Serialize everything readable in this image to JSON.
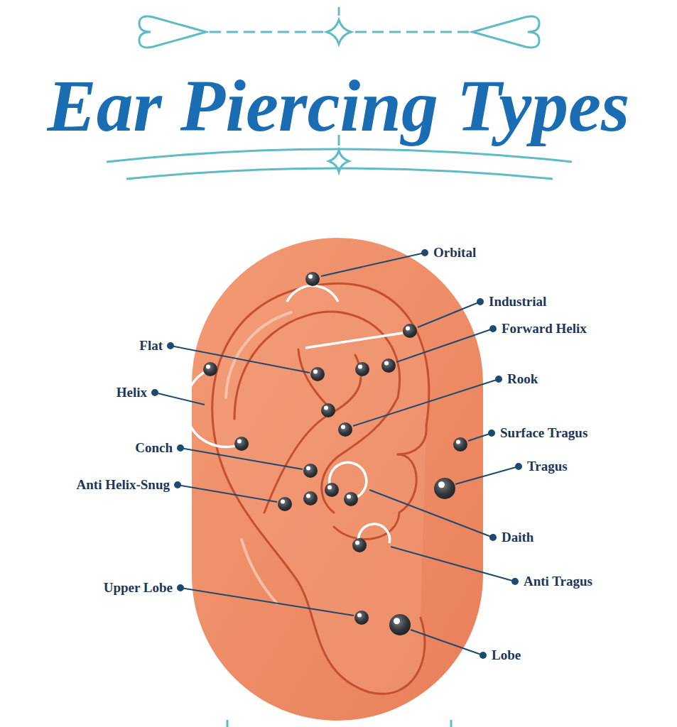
{
  "diagram": {
    "title": "Ear Piercing Types",
    "labels": [
      "Orbital",
      "Industrial",
      "Forward Helix",
      "Flat",
      "Rook",
      "Helix",
      "Surface Tragus",
      "Conch",
      "Tragus",
      "Anti Helix-Snug",
      "Daith",
      "Anti Tragus",
      "Upper Lobe",
      "Lobe"
    ]
  }
}
